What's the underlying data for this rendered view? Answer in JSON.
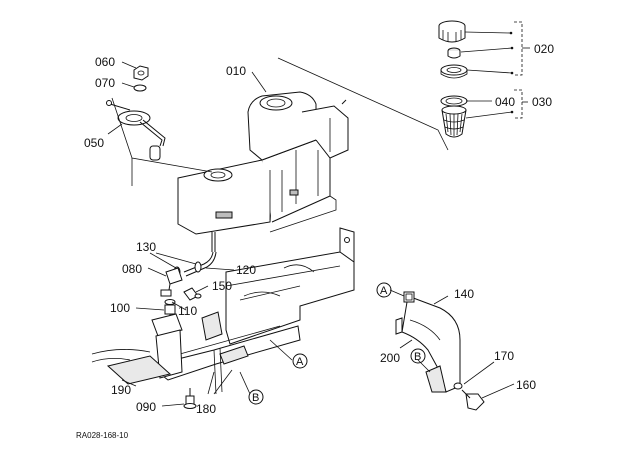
{
  "diagram": {
    "drawing_code": "RA028-168-10",
    "parts": [
      {
        "id": "p010",
        "label": "010"
      },
      {
        "id": "p020",
        "label": "020"
      },
      {
        "id": "p030",
        "label": "030"
      },
      {
        "id": "p040",
        "label": "040"
      },
      {
        "id": "p050",
        "label": "050"
      },
      {
        "id": "p060",
        "label": "060"
      },
      {
        "id": "p070",
        "label": "070"
      },
      {
        "id": "p080",
        "label": "080"
      },
      {
        "id": "p090",
        "label": "090"
      },
      {
        "id": "p100",
        "label": "100"
      },
      {
        "id": "p110",
        "label": "110"
      },
      {
        "id": "p120",
        "label": "120"
      },
      {
        "id": "p130",
        "label": "130"
      },
      {
        "id": "p140",
        "label": "140"
      },
      {
        "id": "p150",
        "label": "150"
      },
      {
        "id": "p160",
        "label": "160"
      },
      {
        "id": "p170",
        "label": "170"
      },
      {
        "id": "p180",
        "label": "180"
      },
      {
        "id": "p190",
        "label": "190"
      },
      {
        "id": "p200",
        "label": "200"
      }
    ],
    "references": [
      {
        "id": "refA1",
        "label": "A"
      },
      {
        "id": "refB1",
        "label": "B"
      },
      {
        "id": "refA2",
        "label": "A"
      },
      {
        "id": "refB2",
        "label": "B"
      }
    ]
  }
}
